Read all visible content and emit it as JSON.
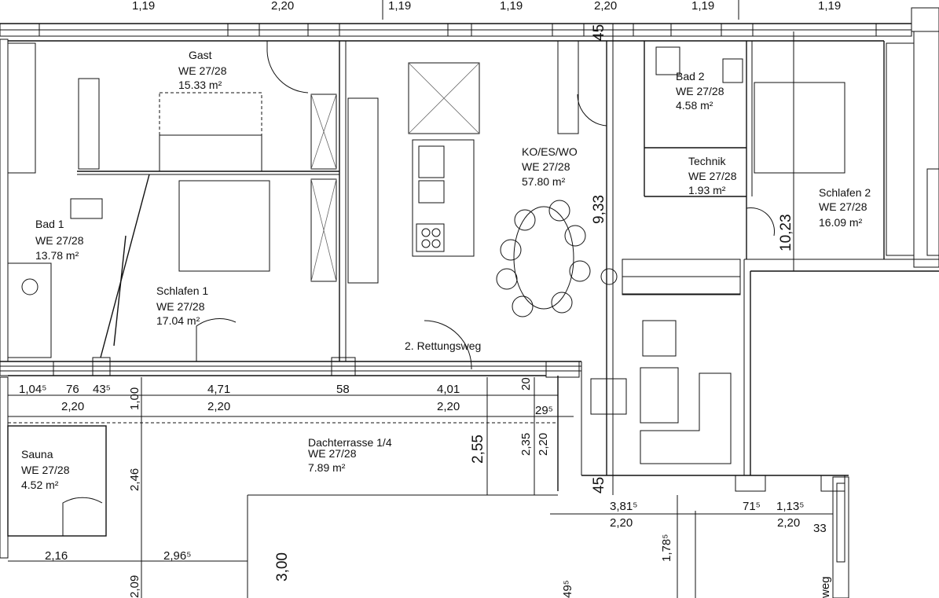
{
  "rooms": {
    "gast": {
      "name": "Gast",
      "unit": "WE 27/28",
      "area": "15.33 m²"
    },
    "bad2": {
      "name": "Bad 2",
      "unit": "WE 27/28",
      "area": "4.58 m²"
    },
    "ko_es_wo": {
      "name": "KO/ES/WO",
      "unit": "WE 27/28",
      "area": "57.80 m²"
    },
    "technik": {
      "name": "Technik",
      "unit": "WE 27/28",
      "area": "1.93 m²"
    },
    "bad1": {
      "name": "Bad 1",
      "unit": "WE 27/28",
      "area": "13.78 m²"
    },
    "schlafen2": {
      "name": "Schlafen 2",
      "unit": "WE 27/28",
      "area": "16.09 m²"
    },
    "schlafen1": {
      "name": "Schlafen 1",
      "unit": "WE 27/28",
      "area": "17.04 m²"
    },
    "dachterrasse": {
      "name": "Dachterrasse 1/4",
      "unit": "WE 27/28",
      "area": "7.89 m²"
    },
    "sauna": {
      "name": "Sauna",
      "unit": "WE 27/28",
      "area": "4.52 m²"
    }
  },
  "labels": {
    "rettungsweg": "2. Rettungsweg",
    "weg": "weg"
  },
  "dims": {
    "top": [
      "1,19",
      "2,20",
      "1,19",
      "1,19",
      "2,20",
      "1,19",
      "1,19"
    ],
    "vertical": {
      "w45a": "45",
      "h933": "9,33",
      "h1023": "10,23",
      "w45b": "45",
      "h255": "2,55",
      "h235": "2,35",
      "h220": "2,20",
      "h100": "1,00",
      "h246": "2,46",
      "h300": "3,00",
      "h209": "2,09",
      "h178": "1,78⁵",
      "h49": "49⁵",
      "h20": "20"
    },
    "terrace_row": [
      "1,04⁵",
      "76",
      "43⁵",
      "4,71",
      "58",
      "4,01",
      "29⁵"
    ],
    "terrace_row_height": [
      "2,20",
      "2,20",
      "2,20"
    ],
    "lower_row": [
      "3,81⁵",
      "71⁵",
      "1,13⁵",
      "33"
    ],
    "lower_row_height": [
      "2,20",
      "2,20"
    ],
    "sauna_row": [
      "2,16",
      "2,96⁵"
    ]
  }
}
